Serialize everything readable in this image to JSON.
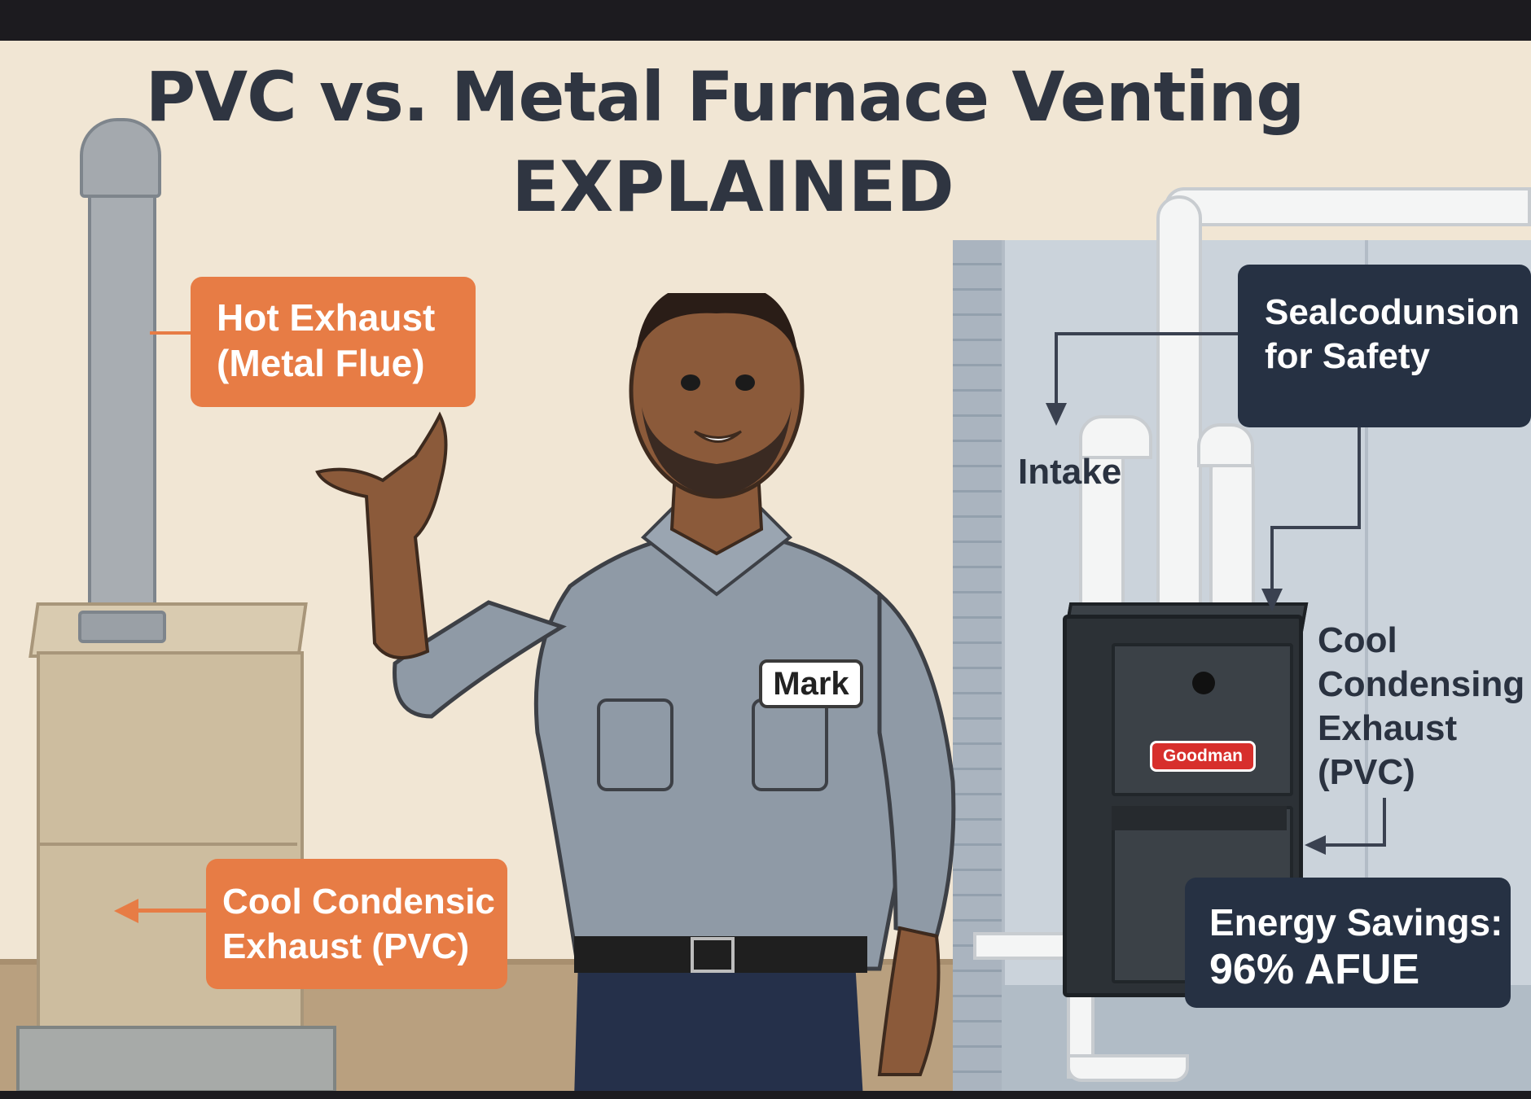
{
  "title": {
    "line1": "PVC vs. Metal Furnace Venting",
    "line2": "EXPLAINED"
  },
  "callouts": {
    "hot_exhaust": {
      "line1": "Hot Exhaust",
      "line2": "(Metal Flue)"
    },
    "cool_condensic": {
      "line1": "Cool Condensic",
      "line2": "Exhaust (PVC)"
    },
    "sealcodunsion": {
      "line1": "Sealcodunsion",
      "line2": "for Safety"
    },
    "energy_savings": {
      "line1": "Energy Savings:",
      "line2": "96% AFUE"
    }
  },
  "labels": {
    "intake": "Intake",
    "cool_condensing": [
      "Cool",
      "Condensing",
      "Exhaust",
      "(PVC)"
    ],
    "name_badge": "Mark",
    "furnace_brand": "Goodman"
  },
  "colors": {
    "orange_callout": "#e77c45",
    "navy_callout": "#263143",
    "title": "#2f3541",
    "background": "#f1e6d4",
    "brand_red": "#d72f2c"
  }
}
